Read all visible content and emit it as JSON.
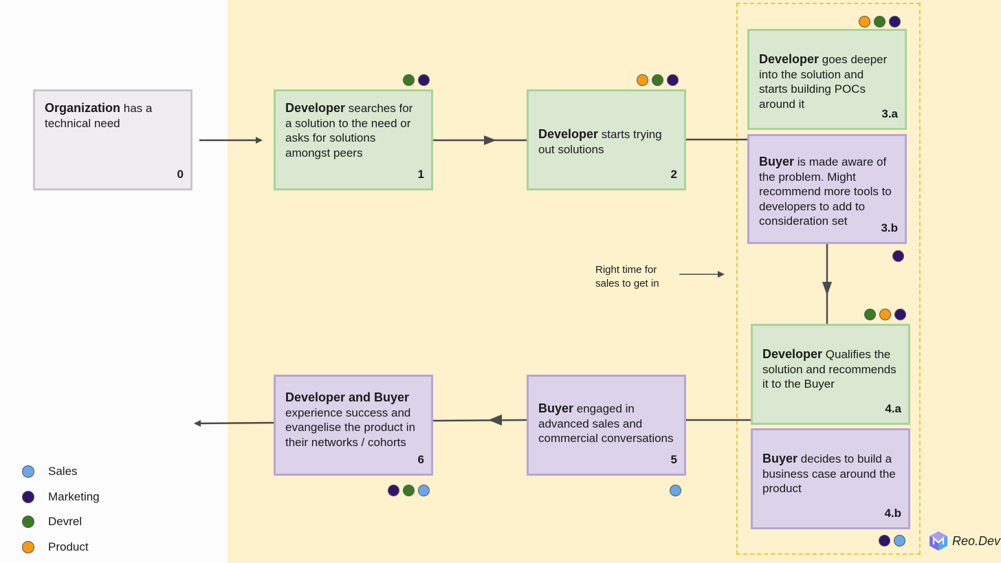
{
  "colors": {
    "sales": "#6aa6ea",
    "marketing": "#30156c",
    "devrel": "#3b7a24",
    "product": "#f79a14"
  },
  "boxes": {
    "b0": {
      "bold": "Organization",
      "text": " has a technical need",
      "num": "0"
    },
    "b1": {
      "bold": "Developer",
      "text": " searches for a solution to the need or asks for solutions amongst peers",
      "num": "1"
    },
    "b2": {
      "bold": "Developer",
      "text": " starts trying out solutions",
      "num": "2"
    },
    "b3a": {
      "bold": "Developer",
      "text": " goes deeper into the solution and starts building POCs around it",
      "num": "3.a"
    },
    "b3b": {
      "bold": "Buyer",
      "text": " is made aware of the problem. Might recommend more tools to developers to add to consideration set",
      "num": "3.b"
    },
    "b4a": {
      "bold": "Developer",
      "text": " Qualifies the solution and recommends it to the Buyer",
      "num": "4.a"
    },
    "b4b": {
      "bold": "Buyer",
      "text": " decides to build a business case around the product",
      "num": "4.b"
    },
    "b5": {
      "bold": "Buyer",
      "text": " engaged in advanced sales and commercial conversations",
      "num": "5"
    },
    "b6": {
      "bold": "Developer and Buyer",
      "text": "experience success and evangelise the product in their networks / cohorts",
      "num": "6"
    }
  },
  "note": {
    "line1": "Right time for",
    "line2": "sales  to get in"
  },
  "legend": [
    {
      "label": "Sales",
      "color": "#6aa6ea"
    },
    {
      "label": "Marketing",
      "color": "#30156c"
    },
    {
      "label": "Devrel",
      "color": "#3b7a24"
    },
    {
      "label": "Product",
      "color": "#f79a14"
    }
  ],
  "brand": {
    "name": "Reo.Dev"
  }
}
